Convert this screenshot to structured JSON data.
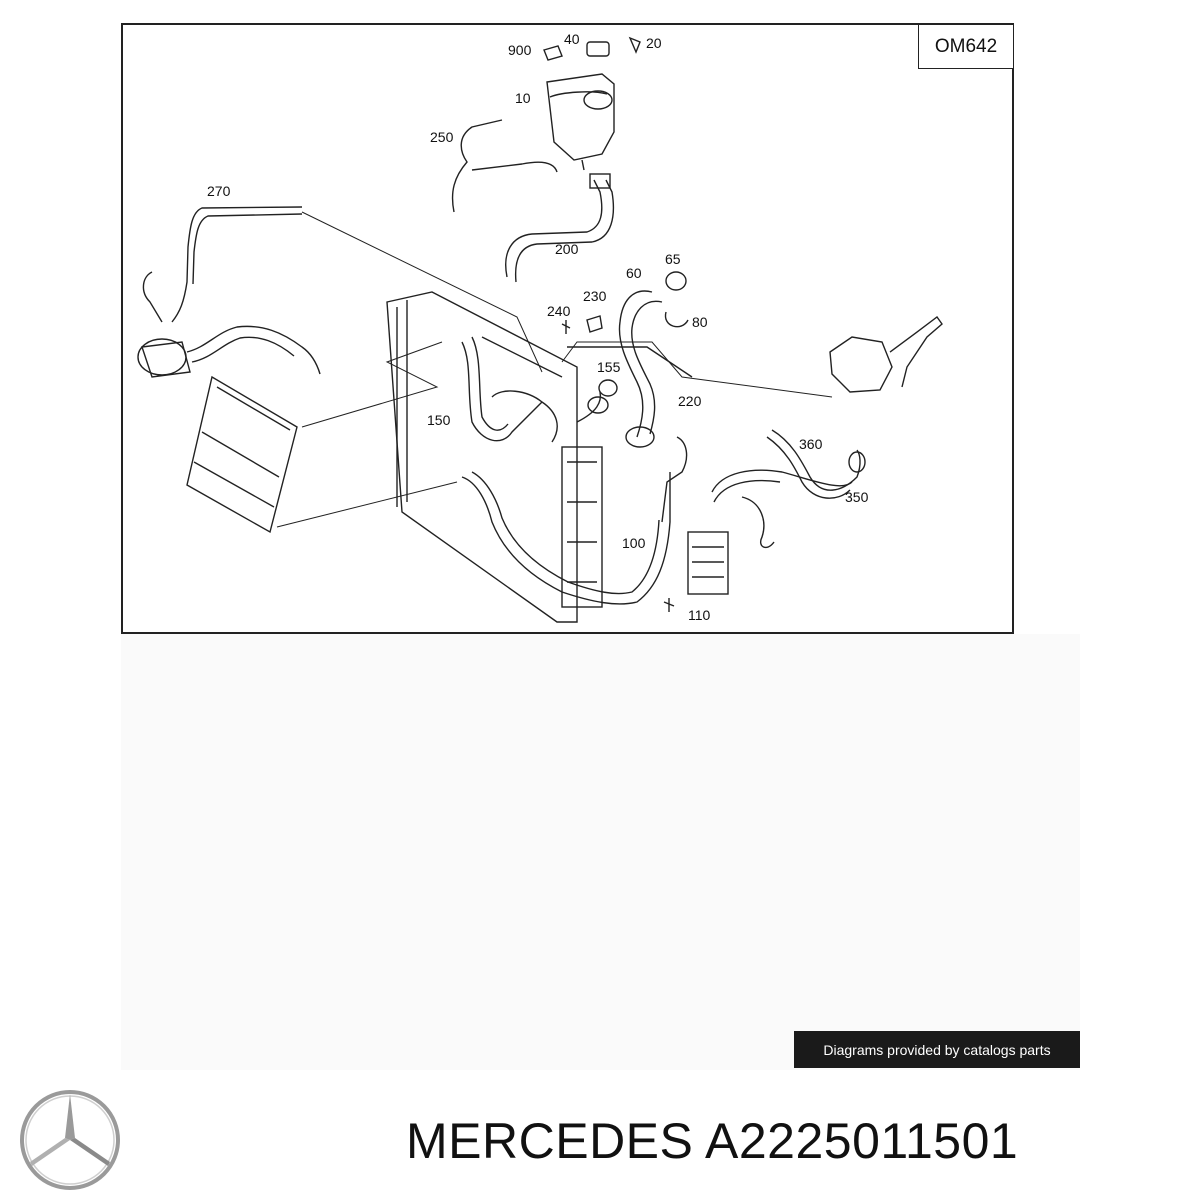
{
  "diagram": {
    "engine_code": "OM642",
    "part_labels": {
      "p900": "900",
      "p40": "40",
      "p20": "20",
      "p10": "10",
      "p250": "250",
      "p270": "270",
      "p200": "200",
      "p65": "65",
      "p60": "60",
      "p230": "230",
      "p240": "240",
      "p80": "80",
      "p155": "155",
      "p220": "220",
      "p150": "150",
      "p360": "360",
      "p350": "350",
      "p100": "100",
      "p110": "110"
    }
  },
  "credit": "Diagrams provided by catalogs parts",
  "brand": {
    "name": "MERCEDES",
    "part_number": "A2225011501"
  }
}
